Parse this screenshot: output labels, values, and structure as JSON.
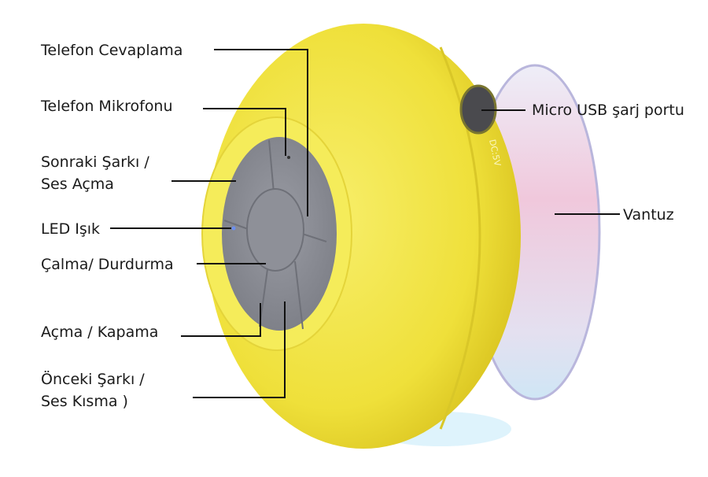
{
  "labels": {
    "answer_call": "Telefon Cevaplama",
    "microphone": "Telefon Mikrofonu",
    "next_song": [
      "Sonraki Şarkı /",
      "Ses Açma"
    ],
    "led": "LED Işık",
    "play_pause": "Çalma/ Durdurma",
    "power": "Açma / Kapama",
    "prev_song": [
      "Önceki Şarkı /",
      "Ses Kısma )"
    ],
    "usb_port": "Micro USB şarj portu",
    "suction_cup": "Vantuz"
  },
  "device_print": "DC:5V",
  "colors": {
    "body": "#f2e64a",
    "buttons": "#8a8c94",
    "suction": "#e8d8ea",
    "port": "#4a4a4e"
  }
}
